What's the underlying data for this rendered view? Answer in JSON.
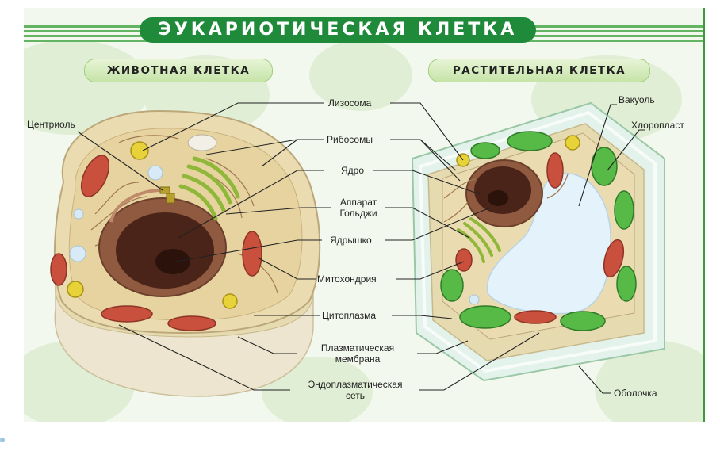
{
  "title": "ЭУКАРИОТИЧЕСКАЯ КЛЕТКА",
  "animal_cell": {
    "title": "ЖИВОТНАЯ КЛЕТКА"
  },
  "plant_cell": {
    "title": "РАСТИТЕЛЬНАЯ КЛЕТКА"
  },
  "labels": {
    "centriole": "Центриоль",
    "lysosome": "Лизосома",
    "ribosomes": "Рибосомы",
    "nucleus": "Ядро",
    "golgi_1": "Аппарат",
    "golgi_2": "Гольджи",
    "nucleolus": "Ядрышко",
    "mitochondria": "Митохондрия",
    "cytoplasm": "Цитоплазма",
    "membrane_1": "Плазматическая",
    "membrane_2": "мембрана",
    "er_1": "Эндоплазматическая",
    "er_2": "сеть",
    "vacuole": "Вакуоль",
    "chloroplast": "Хлоропласт",
    "wall": "Оболочка"
  },
  "colors": {
    "title_band": "#1f8a3a",
    "cytoplasm": "#eadcb0",
    "nucleus": "#4a2418",
    "chloroplast": "#57b946",
    "mitochondria": "#c9503d",
    "vacuole": "#e4f2fb"
  }
}
